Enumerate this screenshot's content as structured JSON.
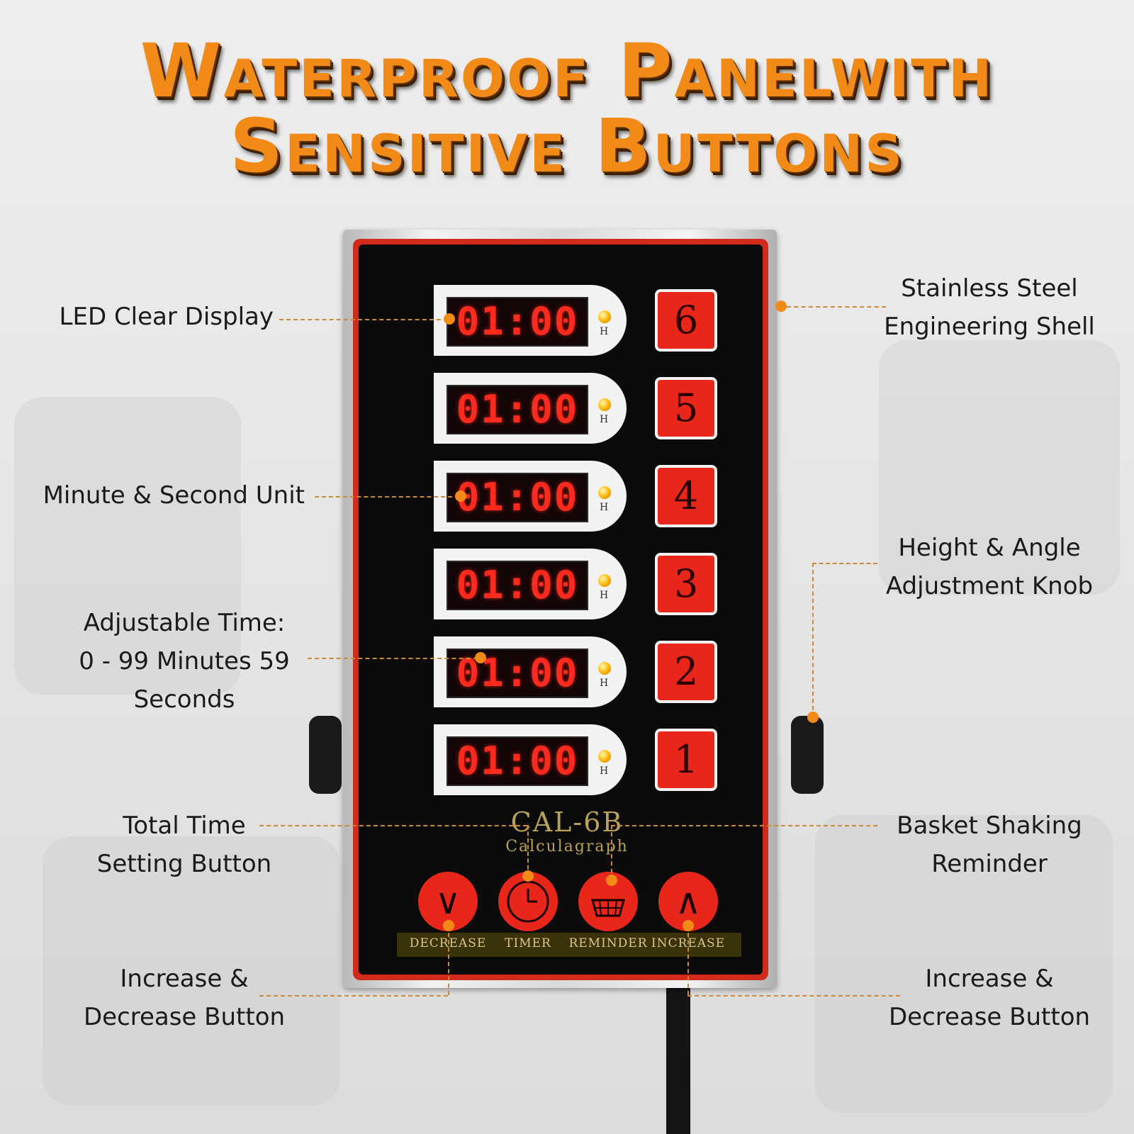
{
  "headline": {
    "line1": "Waterproof Panelwith",
    "line2": "Sensitive Buttons"
  },
  "timers": [
    {
      "button": "6",
      "display": "01:00",
      "unit_mark": "H"
    },
    {
      "button": "5",
      "display": "01:00",
      "unit_mark": "H"
    },
    {
      "button": "4",
      "display": "01:00",
      "unit_mark": "H"
    },
    {
      "button": "3",
      "display": "01:00",
      "unit_mark": "H"
    },
    {
      "button": "2",
      "display": "01:00",
      "unit_mark": "H"
    },
    {
      "button": "1",
      "display": "01:00",
      "unit_mark": "H"
    }
  ],
  "brand": {
    "model": "CAL-6B",
    "name": "Calculagraph"
  },
  "controls": {
    "decrease_symbol": "∨",
    "increase_symbol": "∧",
    "labels": {
      "decrease": "DECREASE",
      "timer": "TIMER",
      "reminder": "REMINDER",
      "increase": "INCREASE"
    }
  },
  "callouts": {
    "led_display": "LED Clear Display",
    "minute_second": "Minute & Second Unit",
    "adjustable_line1": "Adjustable Time:",
    "adjustable_line2": "0 - 99 Minutes 59",
    "adjustable_line3": "Seconds",
    "total_time_line1": "Total Time",
    "total_time_line2": "Setting Button",
    "inc_dec_left_line1": "Increase &",
    "inc_dec_left_line2": "Decrease Button",
    "steel_line1": "Stainless Steel",
    "steel_line2": "Engineering Shell",
    "knob_line1": "Height & Angle",
    "knob_line2": "Adjustment Knob",
    "basket_line1": "Basket Shaking",
    "basket_line2": "Reminder",
    "inc_dec_right_line1": "Increase &",
    "inc_dec_right_line2": "Decrease Button"
  },
  "colors": {
    "accent": "#f28a18",
    "panel_red": "#d42a1c",
    "button_red": "#e8261a",
    "led_red": "#ff2a1e"
  }
}
